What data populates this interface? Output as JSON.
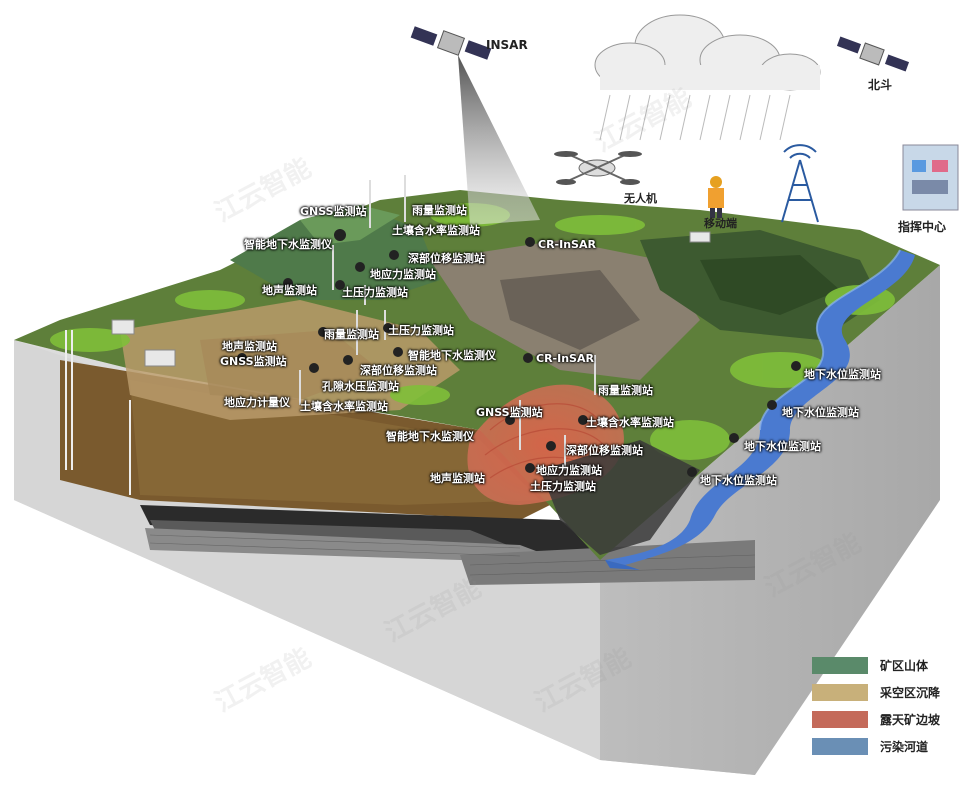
{
  "top": {
    "insar": "INSAR",
    "beidou": "北斗",
    "drone": "无人机",
    "mobile_worker": "移动端",
    "command_center": "指挥中心"
  },
  "stations": [
    {
      "id": "gnss-1",
      "label": "GNSS监测站"
    },
    {
      "id": "rain-1",
      "label": "雨量监测站"
    },
    {
      "id": "soil-moisture-1",
      "label": "土壤含水率监测站"
    },
    {
      "id": "groundwater-1",
      "label": "智能地下水监测仪"
    },
    {
      "id": "deep-disp-1",
      "label": "深部位移监测站"
    },
    {
      "id": "cr-insar-1",
      "label": "CR-InSAR"
    },
    {
      "id": "ground-stress-1",
      "label": "地应力监测站"
    },
    {
      "id": "sound-1",
      "label": "地声监测站"
    },
    {
      "id": "soil-pressure-1",
      "label": "土压力监测站"
    },
    {
      "id": "soil-pressure-2",
      "label": "土压力监测站"
    },
    {
      "id": "rain-2",
      "label": "雨量监测站"
    },
    {
      "id": "sound-2",
      "label": "地声监测站"
    },
    {
      "id": "groundwater-2",
      "label": "智能地下水监测仪"
    },
    {
      "id": "gnss-2",
      "label": "GNSS监测站"
    },
    {
      "id": "deep-disp-2",
      "label": "深部位移监测站"
    },
    {
      "id": "pore-pressure-1",
      "label": "孔隙水压监测站"
    },
    {
      "id": "cr-insar-2",
      "label": "CR-InSAR"
    },
    {
      "id": "stress-meter",
      "label": "地应力计量仪"
    },
    {
      "id": "soil-level",
      "label": "土壤含水率监测站"
    },
    {
      "id": "rain-3",
      "label": "雨量监测站"
    },
    {
      "id": "gnss-3",
      "label": "GNSS监测站"
    },
    {
      "id": "soil-moisture-2",
      "label": "土壤含水率监测站"
    },
    {
      "id": "groundwater-3",
      "label": "智能地下水监测仪"
    },
    {
      "id": "deep-disp-3",
      "label": "深部位移监测站"
    },
    {
      "id": "ground-stress-2",
      "label": "地应力监测站"
    },
    {
      "id": "sound-3",
      "label": "地声监测站"
    },
    {
      "id": "soil-pressure-3",
      "label": "土压力监测站"
    },
    {
      "id": "wl-1",
      "label": "地下水位监测站"
    },
    {
      "id": "wl-2",
      "label": "地下水位监测站"
    },
    {
      "id": "wl-3",
      "label": "地下水位监测站"
    },
    {
      "id": "wl-4",
      "label": "地下水位监测站"
    }
  ],
  "legend": [
    {
      "label": "矿区山体",
      "color": "#5a8a6a"
    },
    {
      "label": "采空区沉降",
      "color": "#c8b07a"
    },
    {
      "label": "露天矿边坡",
      "color": "#c46a5a"
    },
    {
      "label": "污染河道",
      "color": "#6a8fb5"
    }
  ],
  "watermark": "江云智能"
}
